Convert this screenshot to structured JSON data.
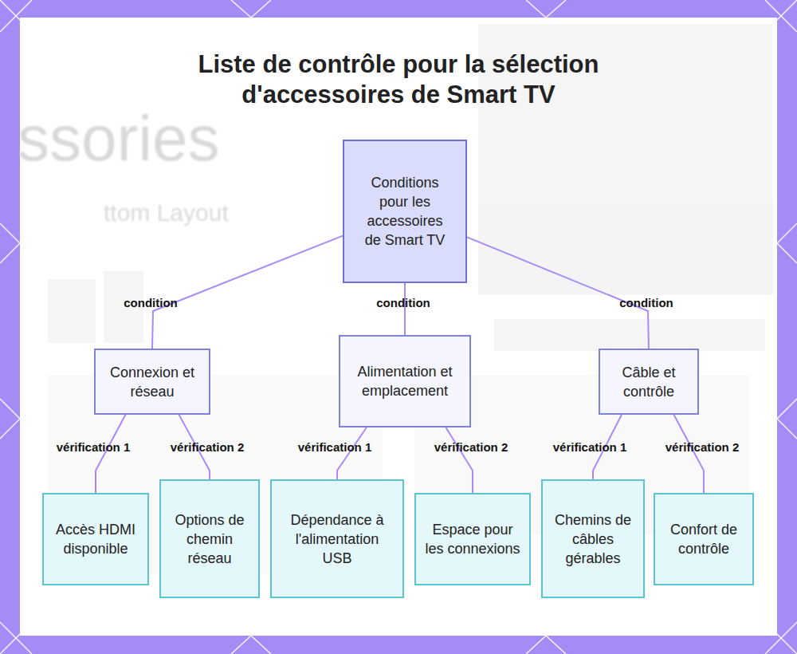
{
  "diagram": {
    "title": "Liste de contrôle pour la sélection d'accessoires de Smart TV",
    "nodes": [
      {
        "text": [
          "Conditions pour les accessoires de Smart TV"
        ]
      },
      {
        "text": [
          "Connexion et réseau"
        ]
      },
      {
        "text": [
          "Alimentation et emplacement"
        ]
      },
      {
        "text": [
          "Câble et contrôle"
        ]
      },
      {
        "text": [
          "Accès HDMI disponible"
        ]
      },
      {
        "text": [
          "Options de chemin réseau"
        ]
      },
      {
        "text": [
          "Dépendance à l'alimentation USB"
        ]
      },
      {
        "text": [
          "Espace pour les connexions"
        ]
      },
      {
        "text": [
          "Chemins de câbles gérables"
        ]
      },
      {
        "text": [
          "Confort de contrôle"
        ]
      }
    ],
    "edges": [
      {
        "from": 0,
        "to": 1,
        "label": "condition",
        "arrow": "none"
      },
      {
        "from": 0,
        "to": 2,
        "label": "condition",
        "arrow": "none"
      },
      {
        "from": 0,
        "to": 3,
        "label": "condition",
        "arrow": "none"
      },
      {
        "from": 1,
        "to": 4,
        "label": "vérification 1",
        "arrow": "none"
      },
      {
        "from": 1,
        "to": 5,
        "label": "vérification 2",
        "arrow": "none"
      },
      {
        "from": 2,
        "to": 6,
        "label": "vérification 1",
        "arrow": "none"
      },
      {
        "from": 2,
        "to": 7,
        "label": "vérification 2",
        "arrow": "none"
      },
      {
        "from": 3,
        "to": 8,
        "label": "vérification 1",
        "arrow": "none"
      },
      {
        "from": 3,
        "to": 9,
        "label": "vérification 2",
        "arrow": "none"
      }
    ],
    "labels": [
      "ssories",
      "ttom Layout"
    ]
  }
}
